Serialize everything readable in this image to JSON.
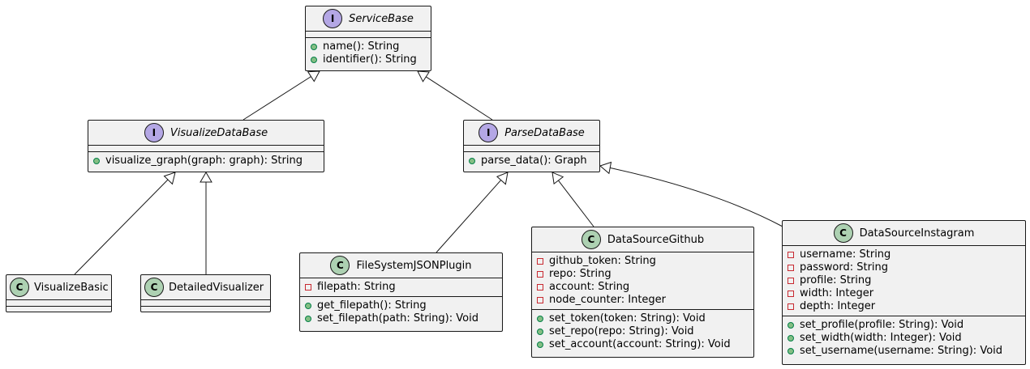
{
  "diagram": {
    "colors": {
      "interface_badge": "#b4a7e5",
      "class_badge": "#add1b2",
      "box_fill": "#f1f1f1",
      "line": "#181818"
    },
    "nodes": {
      "service_base": {
        "kind": "I",
        "name": "ServiceBase",
        "fields": [],
        "methods": [
          {
            "vis": "+",
            "text": "name(): String"
          },
          {
            "vis": "+",
            "text": "identifier(): String"
          }
        ]
      },
      "visualize_data_base": {
        "kind": "I",
        "name": "VisualizeDataBase",
        "fields": [],
        "methods": [
          {
            "vis": "+",
            "text": "visualize_graph(graph: graph): String"
          }
        ]
      },
      "parse_data_base": {
        "kind": "I",
        "name": "ParseDataBase",
        "fields": [],
        "methods": [
          {
            "vis": "+",
            "text": "parse_data(): Graph"
          }
        ]
      },
      "visualize_basic": {
        "kind": "C",
        "name": "VisualizeBasic",
        "fields": [],
        "methods": []
      },
      "detailed_visualizer": {
        "kind": "C",
        "name": "DetailedVisualizer",
        "fields": [],
        "methods": []
      },
      "file_system_json_plugin": {
        "kind": "C",
        "name": "FileSystemJSONPlugin",
        "fields": [
          {
            "vis": "-",
            "text": "filepath: String"
          }
        ],
        "methods": [
          {
            "vis": "+",
            "text": "get_filepath(): String"
          },
          {
            "vis": "+",
            "text": "set_filepath(path: String): Void"
          }
        ]
      },
      "data_source_github": {
        "kind": "C",
        "name": "DataSourceGithub",
        "fields": [
          {
            "vis": "-",
            "text": "github_token: String"
          },
          {
            "vis": "-",
            "text": "repo: String"
          },
          {
            "vis": "-",
            "text": "account: String"
          },
          {
            "vis": "-",
            "text": "node_counter: Integer"
          }
        ],
        "methods": [
          {
            "vis": "+",
            "text": "set_token(token: String): Void"
          },
          {
            "vis": "+",
            "text": "set_repo(repo: String): Void"
          },
          {
            "vis": "+",
            "text": "set_account(account: String): Void"
          }
        ]
      },
      "data_source_instagram": {
        "kind": "C",
        "name": "DataSourceInstagram",
        "fields": [
          {
            "vis": "-",
            "text": "username: String"
          },
          {
            "vis": "-",
            "text": "password: String"
          },
          {
            "vis": "-",
            "text": "profile: String"
          },
          {
            "vis": "-",
            "text": "width: Integer"
          },
          {
            "vis": "-",
            "text": "depth: Integer"
          }
        ],
        "methods": [
          {
            "vis": "+",
            "text": "set_profile(profile: String): Void"
          },
          {
            "vis": "+",
            "text": "set_width(width: Integer): Void"
          },
          {
            "vis": "+",
            "text": "set_username(username: String): Void"
          }
        ]
      }
    },
    "edges": [
      {
        "from": "visualize_data_base",
        "to": "service_base",
        "type": "inheritance"
      },
      {
        "from": "parse_data_base",
        "to": "service_base",
        "type": "inheritance"
      },
      {
        "from": "visualize_basic",
        "to": "visualize_data_base",
        "type": "inheritance"
      },
      {
        "from": "detailed_visualizer",
        "to": "visualize_data_base",
        "type": "inheritance"
      },
      {
        "from": "file_system_json_plugin",
        "to": "parse_data_base",
        "type": "inheritance"
      },
      {
        "from": "data_source_github",
        "to": "parse_data_base",
        "type": "inheritance"
      },
      {
        "from": "data_source_instagram",
        "to": "parse_data_base",
        "type": "inheritance"
      }
    ]
  }
}
